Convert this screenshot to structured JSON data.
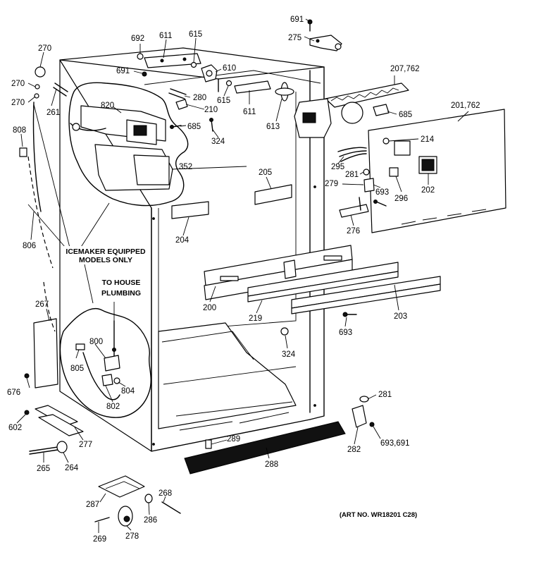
{
  "part_numbers": {
    "p691_top": "691",
    "p275": "275",
    "p692": "692",
    "p611_top": "611",
    "p615_top": "615",
    "p270_a": "270",
    "p270_b": "270",
    "p270_c": "270",
    "p691_mid": "691",
    "p610": "610",
    "p207": "207,762",
    "p280": "280",
    "p615_b": "615",
    "p261": "261",
    "p820": "820",
    "p210": "210",
    "p611_b": "611",
    "p613": "613",
    "p685_a": "685",
    "p685_b": "685",
    "p201": "201,762",
    "p808": "808",
    "p324_a": "324",
    "p214": "214",
    "p352": "352",
    "p295": "295",
    "p205": "205",
    "p281_a": "281",
    "p279": "279",
    "p693_a": "693",
    "p296": "296",
    "p202": "202",
    "p204": "204",
    "p276": "276",
    "p806": "806",
    "p267": "267",
    "p200": "200",
    "p219": "219",
    "p203": "203",
    "p693_b": "693",
    "p800": "800",
    "p324_b": "324",
    "p805": "805",
    "p804": "804",
    "p676": "676",
    "p802": "802",
    "p281_b": "281",
    "p602": "602",
    "p277": "277",
    "p693_691": "693,691",
    "p282": "282",
    "p289": "289",
    "p265": "265",
    "p264": "264",
    "p288": "288",
    "p268": "268",
    "p287": "287",
    "p286": "286",
    "p269": "269",
    "p278": "278"
  },
  "notes": {
    "icemaker_line1": "ICEMAKER EQUIPPED",
    "icemaker_line2": "MODELS ONLY",
    "plumbing_line1": "TO HOUSE",
    "plumbing_line2": "PLUMBING"
  },
  "art_number": "(ART NO. WR18201 C28)"
}
